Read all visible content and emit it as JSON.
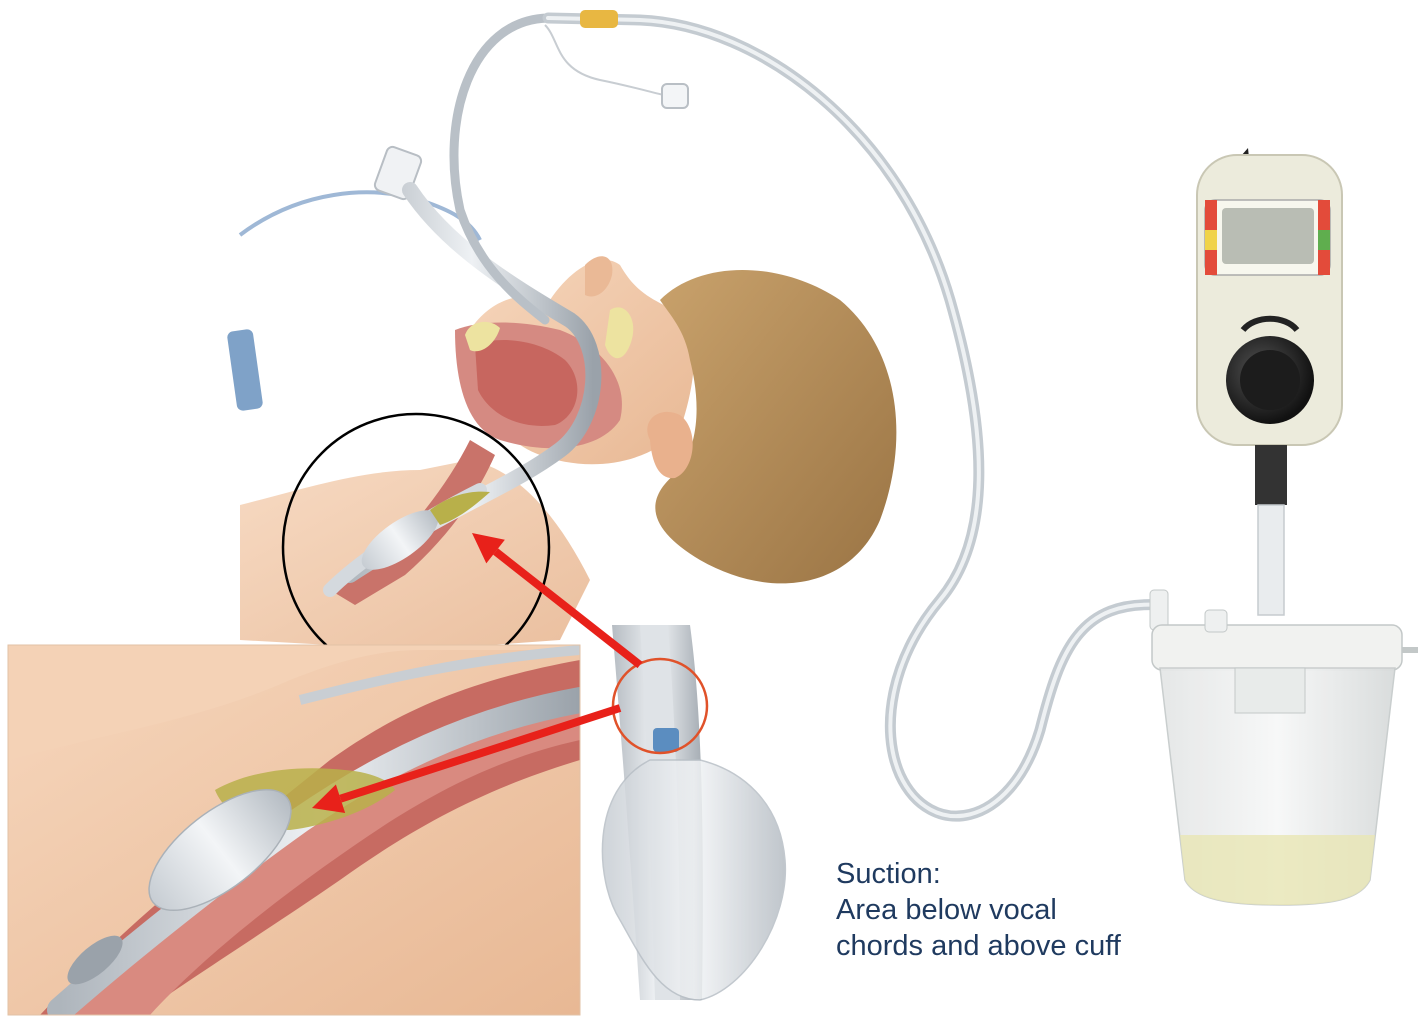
{
  "caption": {
    "lines": [
      "Suction:",
      "Area below vocal",
      "chords and above cuff"
    ]
  },
  "colors": {
    "arrow": "#e8211a",
    "highlight_circle_large": "#000000",
    "highlight_circle_small": "#e0522a",
    "caption_text": "#1f3a5f",
    "skin": "#f2c9a7",
    "hair": "#b08a57",
    "tissue": "#c96a5c",
    "tube": "#c9ced3",
    "secretions": "#b8b04a"
  },
  "icons": {
    "figure": "endotracheal-tube-subglottic-suction-illustration",
    "device": "suction-regulator-icon",
    "canister": "collection-canister-icon"
  }
}
